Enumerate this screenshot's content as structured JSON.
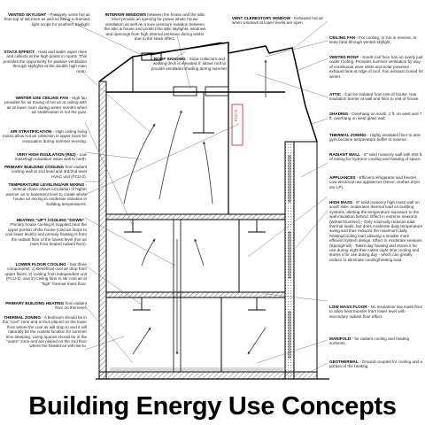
{
  "caption": "Building Energy Use Concepts",
  "fcu_label": "FCU-2",
  "notes_left": [
    {
      "title": "VENTED SKYLIGHT",
      "text": " - Passively vents hot air from top of tall room as well as being a dramatic light scope for southern daylight."
    },
    {
      "title": "STACK EFFECT",
      "text": " - Heat and water vapor rises and collects at the high points in rooms. This provides the opportunity for passive ventilation through skylights at the double high main room."
    },
    {
      "title": "WINTER USE CEILING FAN",
      "text": " - High fan provides for air mixing of hot air at ceiling with air at lower room during winter months when air stratification is not the goal."
    },
    {
      "title": "AIR STRATIFICATION",
      "text": " - High ceiling living rooms allow hot air collection in upper room for evacuation during summer evening."
    },
    {
      "title": "VERY HIGH INSULATION (R52)",
      "text": " - Low mass/high insulation value wall to north."
    },
    {
      "title": "PRIMARY BUILDING COOLING",
      "text": " from radiant cooling wall at 2nd level and 3rd/2nd level HVAC unit (FCU-2)."
    },
    {
      "title": "TEMPERATURE LEVELING/AIR MIXING",
      "text": " - Vertical chase allows circulation of higher warmer air to basement level to create whole house air mixing to moderate variation in building temperatures."
    },
    {
      "title": "HEATING \"UP\"/ COOLING \"DOWN\"",
      "text": " - Primary house cooling is supplied near the upper portion of the house (cold air drops to cool lower levels) and primary heating is from the radiant floor of the lowest level (hot air rises from heated radiant floor)."
    },
    {
      "title": "LOWER FLOOR COOLING",
      "text": " - has three components: 1) Beneficial cool air drop from upper floors; 2) cooling from independent unit (FCU-1); and 3) Ceiling fans to stir cool air at \"high\" thermal mass floor."
    },
    {
      "title": "PRIMARY BUILDING HEATING",
      "text": " from radiant floor on this level."
    },
    {
      "title": "THERMAL ZONING",
      "text": " - A bedroom should be in the \"cool\" zone and is thus placed on the lower floor where the cool air will drop to and it will naturally be the coolest location for summer time sleeping. Living spaces should be in the \"warm\" zone and are placed on the 2nd floor where the heated air will rise to."
    }
  ],
  "notes_top": [
    {
      "title": "INTERIOR WINDOWS",
      "text": " between the house and the attic level provide an opening for power whole house ventilation as well as a sure pressure isolation between the attic & house and protect the attic skylights, windows and openings from high internal pressure during winter due to the stack effect."
    },
    {
      "title": "ROOF SHADING",
      "text": " - Solar collectors and walking deck is elevated 6' above roof to provide ventilated shading during summer."
    }
  ],
  "notes_right": [
    {
      "title": "VENT CLERESTORY WINDOW",
      "text": " - Exhausts hot air when windows at lower levels are open."
    },
    {
      "title": "CEILING FAN",
      "text": " - For cooling, or run in reverse, to keep heat through vented skylight."
    },
    {
      "title": "VENTED ROOF",
      "text": " - South roof face has an overly just under roofing. Provides summer ventilation by way of continuous eave inlets and solar powered exhaust fans at ridge of roof. Fan exhaust closed for winter."
    },
    {
      "title": "ATTIC",
      "text": " - Can be isolated from rest of house. Has insulation barrier at wall and floor to rest of house."
    },
    {
      "title": "SHADING",
      "text": " - Overhang on south, 2 ft. on west and 7 ft. overhang on west glass wall."
    },
    {
      "title": "THERMAL ZONING",
      "text": " - Highly insulated floor to attic gym became temperature buffer to exterior."
    },
    {
      "title": "RADIANT WALL",
      "text": " - 8\" solid masonry wall with 250 ft. of tubing for hydronic cooling and heating of space."
    },
    {
      "title": "APPLIANCES",
      "text": " - Efficient refrigerator and freezer. Low electrical use appliances (stove, clothes dryer are LP)."
    },
    {
      "title": "HIGH MASS",
      "text": " - 8\" solid masonry high mass wall on south side: moderates thermal load on building systems, alerting the temperature exposure to the wall insulation behind. Effect in extreme seasons (Winter/Summer) - Only minimally reduces total thermal loads, but does moderate daily temperature swing and thus reduces the maximum daily heating/cooling load allowing a smaller more efficient system design. Effect in moderate seasons (Spring/Fall) - Takes day heating and stores it for use during night then takes night time cooling and stores it for use during day - which can greatly reduce or eliminate cooling/heating load."
    },
    {
      "title": "LOW MASS FLOOR",
      "text": " - No insulation/ low mass floor to allow heat transfer from lower level with secondary radiant floor effect."
    },
    {
      "title": "MANIFOLD",
      "text": " - for radiant cooling and heating surfaces."
    },
    {
      "title": "GEOTHERMAL",
      "text": " - Ground-coupled for cooling and a portion of the heating."
    }
  ]
}
